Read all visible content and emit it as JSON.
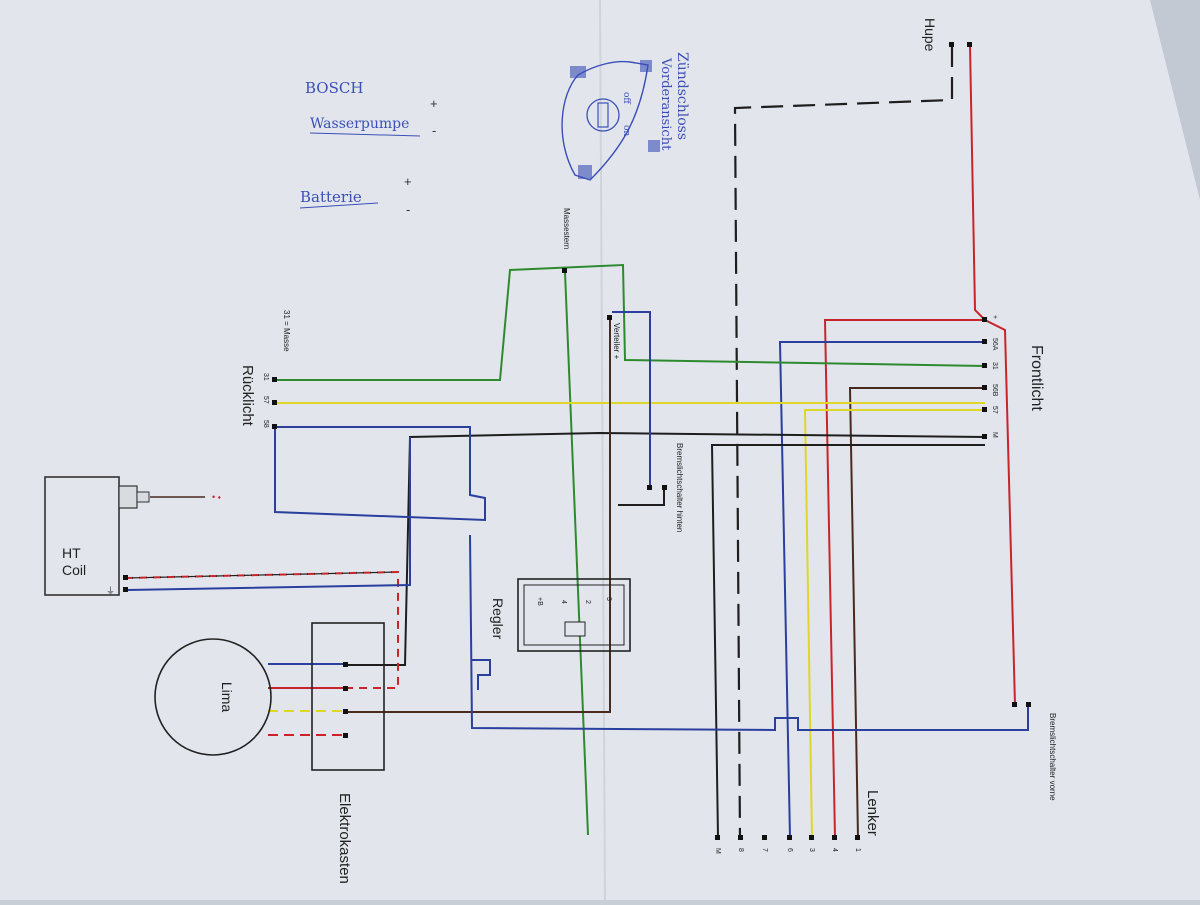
{
  "labels": {
    "hupe": "Hupe",
    "frontlicht": "Frontlicht",
    "ruecklicht": "Rücklicht",
    "masse_note": "31 = Masse",
    "massestern": "Massestern",
    "verteiler": "Verteiler +",
    "bremslicht_hinten": "Bremslichtschalter hinten",
    "bremslicht_vorne": "Bremslichtschalter vorne",
    "ht_coil": "HT\nCoil",
    "lima": "Lima",
    "elektrokasten": "Elektrokasten",
    "regler": "Regler",
    "lenker": "Lenker"
  },
  "terminals": {
    "frontlicht": [
      "+",
      "56A",
      "31",
      "56B",
      "57",
      "M"
    ],
    "ruecklicht": [
      "31",
      "57",
      "58"
    ],
    "lenker": [
      "M",
      "8",
      "7",
      "6",
      "3",
      "4",
      "1"
    ],
    "regler": [
      "+B",
      "4",
      "2",
      "3"
    ]
  },
  "handwriting": {
    "bosch": "BOSCH",
    "wasserpumpe": "Wasserpumpe",
    "batterie": "Batterie",
    "plus": "+",
    "minus": "-",
    "zuendschloss": "Zündschloss",
    "vorderansicht": "Vorderansicht",
    "off": "off",
    "on": "on"
  },
  "colors": {
    "red": "#c8252b",
    "green": "#2e8a2e",
    "yellow": "#e0d62a",
    "blue": "#2a3f9e",
    "black": "#1e1e1e",
    "brown": "#4a2a1e",
    "ink": "#3b4fb8"
  }
}
